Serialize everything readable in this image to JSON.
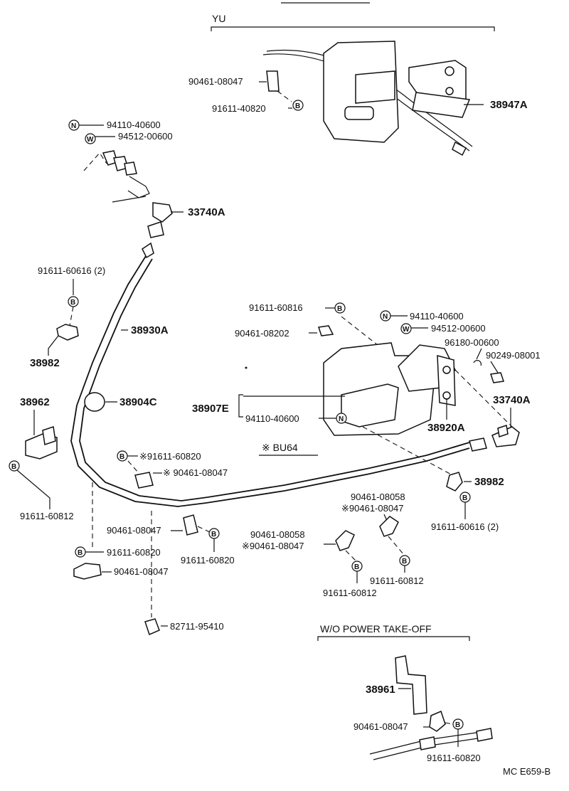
{
  "sections": {
    "yu": "YU",
    "bu64": "※ BU64",
    "wo_pto": "W/O POWER TAKE-OFF",
    "diagram_code": "MC E659-B"
  },
  "symbols": {
    "b": "B",
    "n": "N",
    "w": "W"
  },
  "labels": {
    "p90461_08047_top": "90461-08047",
    "p91611_40820": "91611-40820",
    "p38947A": "38947A",
    "p94110_40600_top": "94110-40600",
    "p94512_00600_top": "94512-00600",
    "p33740A_top": "33740A",
    "p91611_60616_left": "91611-60616 (2)",
    "p38930A": "38930A",
    "p38982_left": "38982",
    "p38962": "38962",
    "p38904C": "38904C",
    "p91611_60812_left": "91611-60812",
    "p91611_60820_mid": "※91611-60820",
    "p90461_08047_mid": "※ 90461-08047",
    "p90461_08047_clamp": "90461-08047",
    "p91611_60820_clamp": "91611-60820",
    "p91611_60820_low": "91611-60820",
    "p90461_08047_low": "90461-08047",
    "p82711_95410": "82711-95410",
    "p91611_60816": "91611-60816",
    "p90461_08202": "90461-08202",
    "p94110_40600_right": "94110-40600",
    "p94512_00600_right": "94512-00600",
    "p96180_00600": "96180-00600",
    "p90249_08001": "90249-08001",
    "p33740A_right": "33740A",
    "p38907E": "38907E",
    "p94110_40600_mid": "94110-40600",
    "p38920A": "38920A",
    "p38982_right": "38982",
    "p91611_60616_right": "91611-60616 (2)",
    "p90461_08058_a": "90461-08058",
    "p90461_08047_a": "※90461-08047",
    "p90461_08058_b": "90461-08058",
    "p90461_08047_b": "※90461-08047",
    "p91611_60812_a": "91611-60812",
    "p91611_60812_b": "91611-60812",
    "p38961": "38961",
    "p90461_08047_wo": "90461-08047",
    "p91611_60820_wo": "91611-60820"
  }
}
